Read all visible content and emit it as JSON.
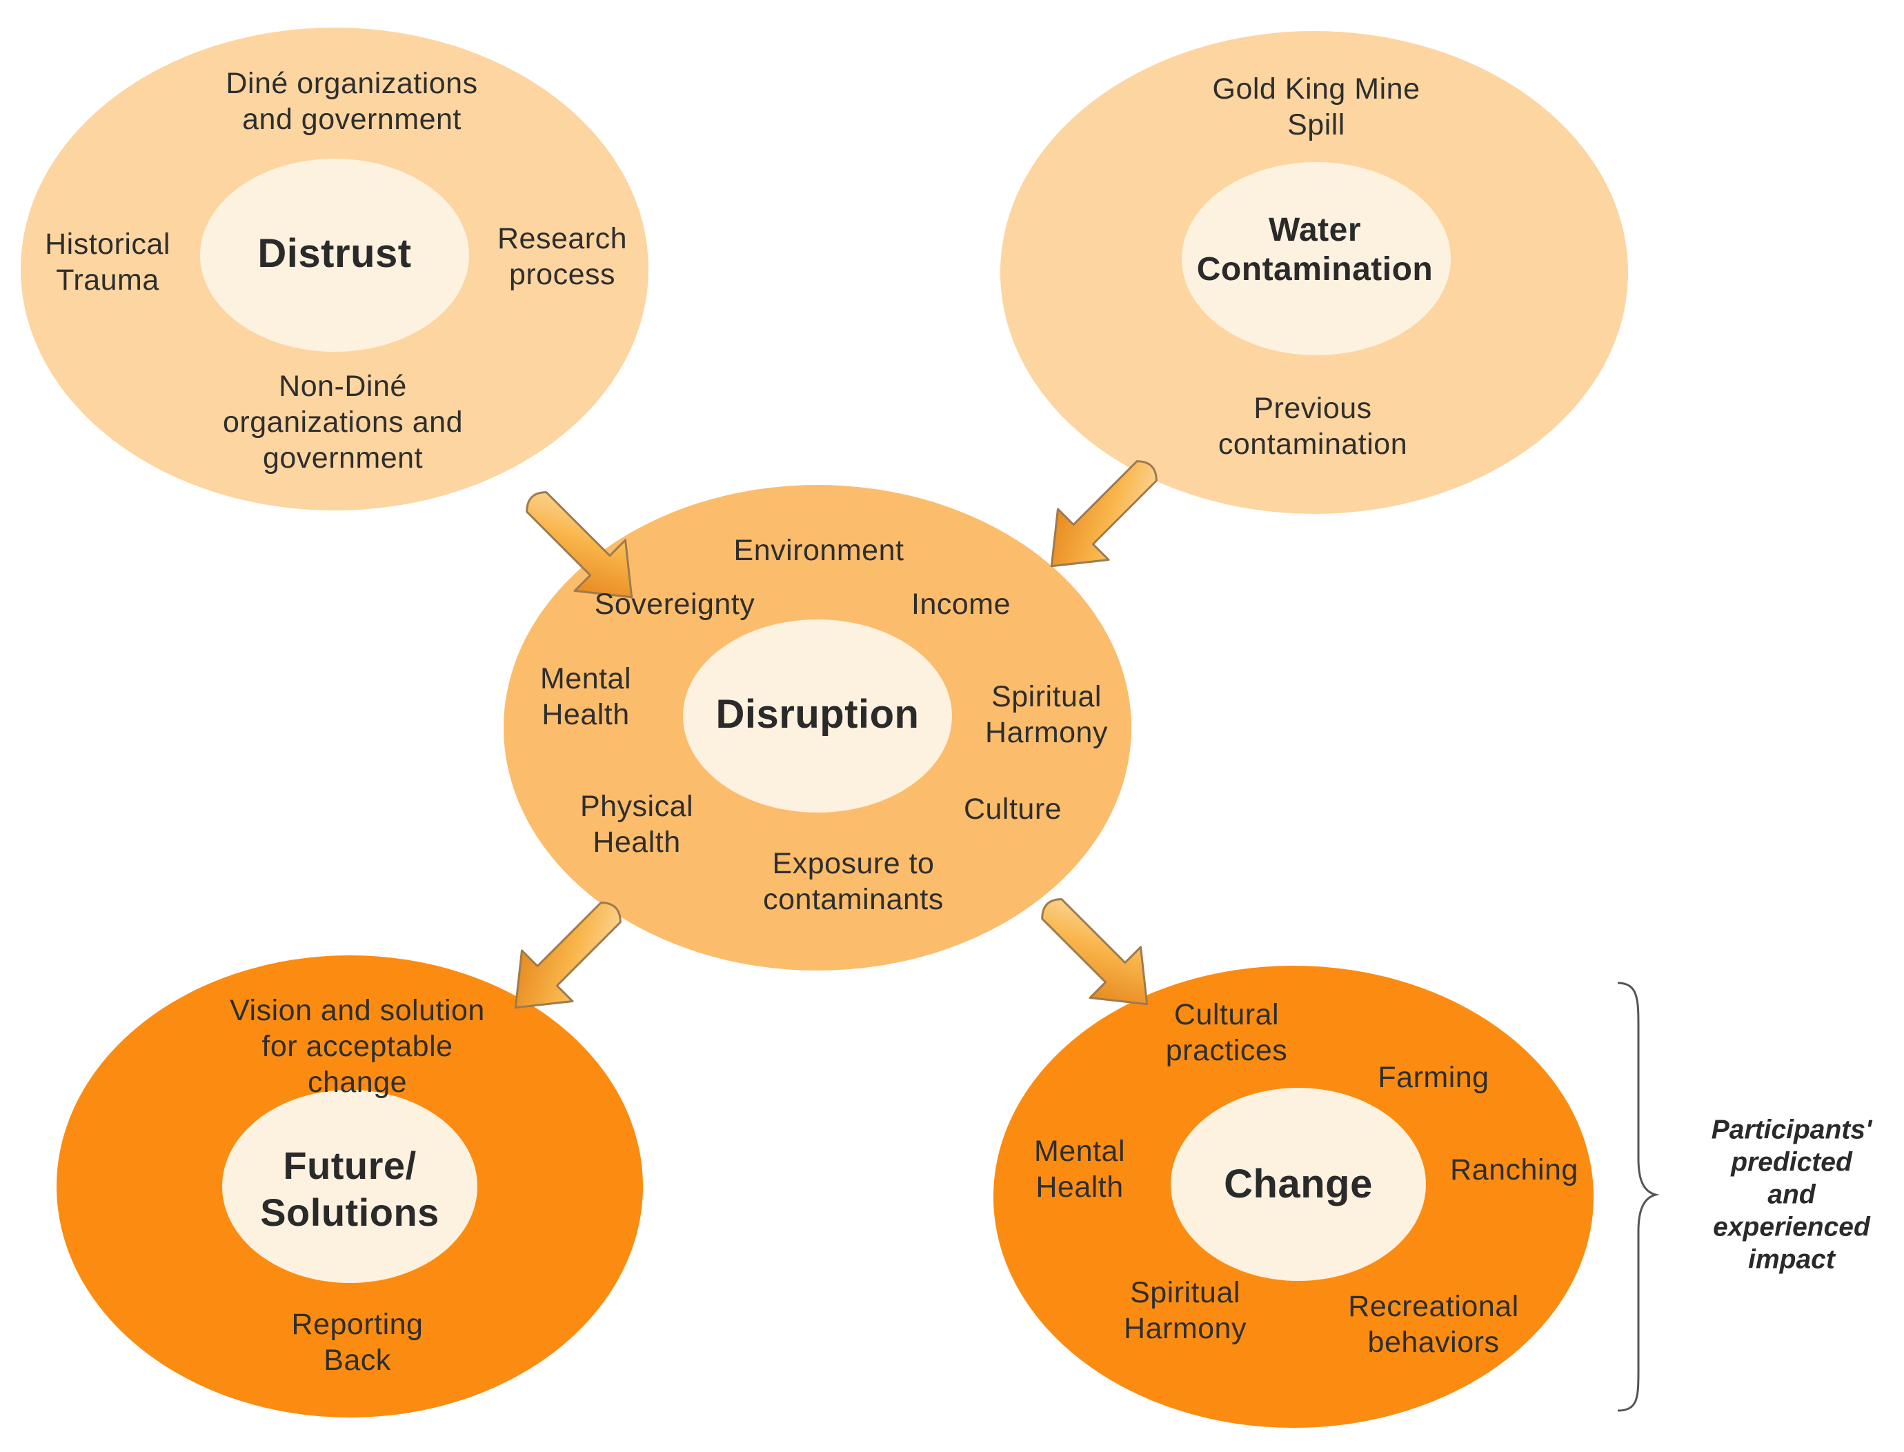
{
  "colors": {
    "light_outer": "#fdd5a0",
    "mid_outer": "#fbbc6c",
    "dark_outer": "#fb8c11",
    "inner": "#fdf1df",
    "arrow_fill": "#f7ae3c",
    "arrow_stroke": "#9e7a4e",
    "brace": "#555555"
  },
  "clusters": {
    "distrust": {
      "center": "Distrust",
      "labels": [
        "Diné organizations\nand government",
        "Historical\nTrauma",
        "Research\nprocess",
        "Non-Diné\norganizations and\ngovernment"
      ]
    },
    "water": {
      "center": "Water\nContamination",
      "labels": [
        "Gold King Mine\nSpill",
        "Previous\ncontamination"
      ]
    },
    "disruption": {
      "center": "Disruption",
      "labels": [
        "Environment",
        "Sovereignty",
        "Income",
        "Mental\nHealth",
        "Spiritual\nHarmony",
        "Physical\nHealth",
        "Culture",
        "Exposure to\ncontaminants"
      ]
    },
    "future": {
      "center": "Future/\nSolutions",
      "labels": [
        "Vision and solution\nfor acceptable\nchange",
        "Reporting\nBack"
      ]
    },
    "change": {
      "center": "Change",
      "labels": [
        "Cultural\npractices",
        "Farming",
        "Mental\nHealth",
        "Ranching",
        "Spiritual\nHarmony",
        "Recreational\nbehaviors"
      ]
    }
  },
  "annotation": "Participants'\npredicted and\nexperienced\nimpact"
}
